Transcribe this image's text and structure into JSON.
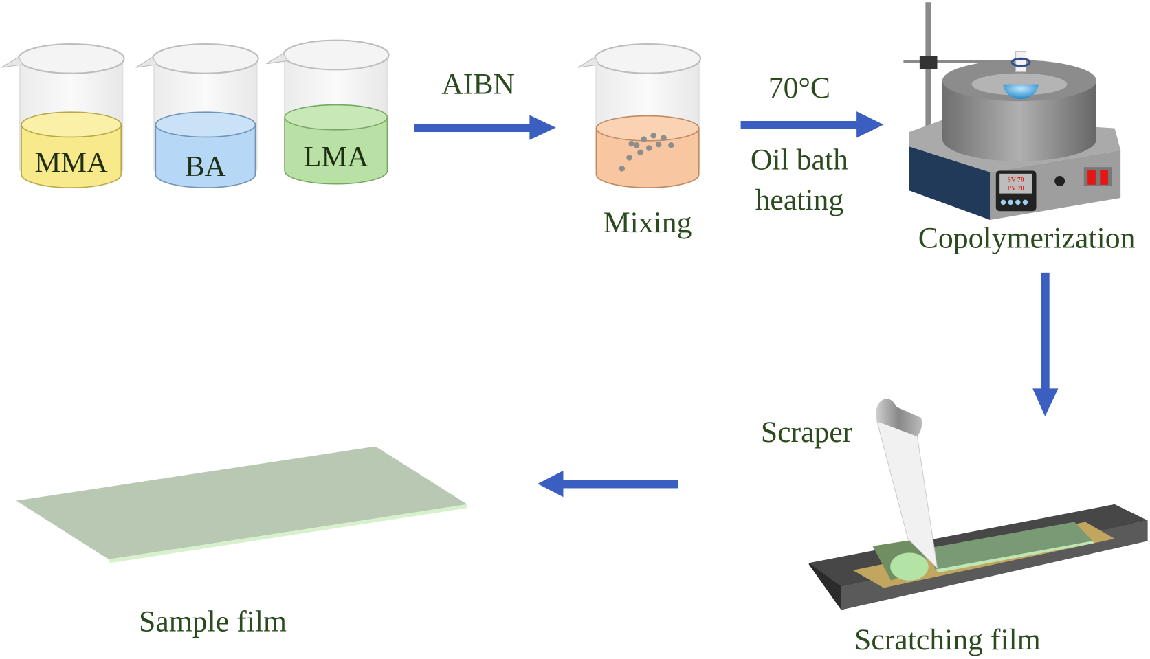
{
  "beakers": [
    {
      "label": "MMA",
      "liquid_color": "#f8e98a"
    },
    {
      "label": "BA",
      "liquid_color": "#b6d7f5"
    },
    {
      "label": "LMA",
      "liquid_color": "#b9e1a6"
    }
  ],
  "steps": {
    "reagent_label": "AIBN",
    "mixing_label": "Mixing",
    "mixing_color": "#f8c7a2",
    "temperature_label": "70°C",
    "heating_line1": "Oil bath",
    "heating_line2": "heating",
    "copolymerization_label": "Copolymerization",
    "display_sv": "SV 70",
    "display_pv": "PV 70",
    "scraper_label": "Scraper",
    "scratching_label": "Scratching film",
    "sample_label": "Sample film"
  },
  "colors": {
    "arrow": "#3b5fc1",
    "text": "#2b4a1e",
    "film": "#b9c8b2"
  }
}
